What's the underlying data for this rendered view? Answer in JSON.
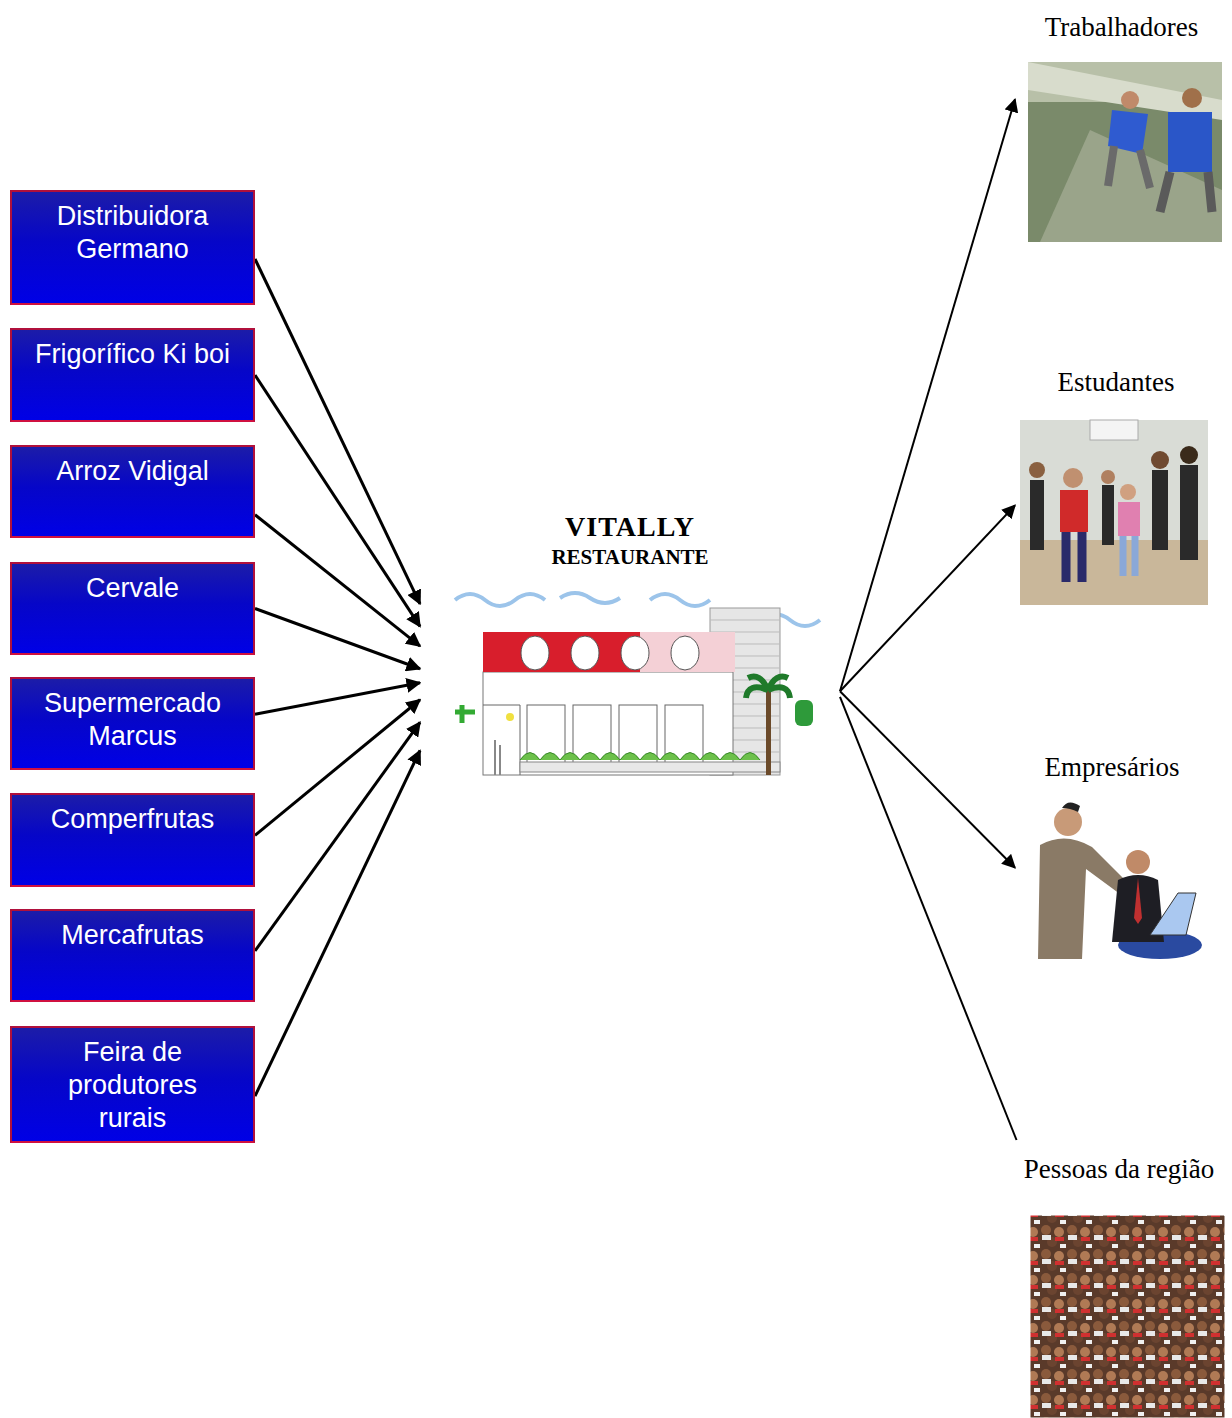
{
  "diagram": {
    "nodes": [
      {
        "text": [
          "Distribuidora Germano"
        ]
      },
      {
        "text": [
          "Frigorífico Ki boi"
        ]
      },
      {
        "text": [
          "Arroz Vidigal"
        ]
      },
      {
        "text": [
          "Cervale"
        ]
      },
      {
        "text": [
          "Supermercado Marcus"
        ]
      },
      {
        "text": [
          "Comperfrutas"
        ]
      },
      {
        "text": [
          "Mercafrutas"
        ]
      },
      {
        "text": [
          "Feira de produtores rurais"
        ]
      },
      {
        "text": [
          "VITALLY",
          "RESTAURANTE"
        ]
      },
      {
        "text": [
          "Trabalhadores"
        ]
      },
      {
        "text": [
          "Estudantes"
        ]
      },
      {
        "text": [
          "Empresários"
        ]
      },
      {
        "text": [
          "Pessoas da região"
        ]
      }
    ],
    "edges": [
      {
        "from": 0,
        "to": 8,
        "arrow": "to"
      },
      {
        "from": 1,
        "to": 8,
        "arrow": "to"
      },
      {
        "from": 2,
        "to": 8,
        "arrow": "to"
      },
      {
        "from": 3,
        "to": 8,
        "arrow": "to"
      },
      {
        "from": 4,
        "to": 8,
        "arrow": "to"
      },
      {
        "from": 5,
        "to": 8,
        "arrow": "to"
      },
      {
        "from": 6,
        "to": 8,
        "arrow": "to"
      },
      {
        "from": 7,
        "to": 8,
        "arrow": "to"
      },
      {
        "from": 8,
        "to": 9,
        "arrow": "to"
      },
      {
        "from": 8,
        "to": 10,
        "arrow": "to"
      },
      {
        "from": 8,
        "to": 11,
        "arrow": "to"
      },
      {
        "from": 8,
        "to": 12,
        "arrow": "none"
      }
    ]
  }
}
